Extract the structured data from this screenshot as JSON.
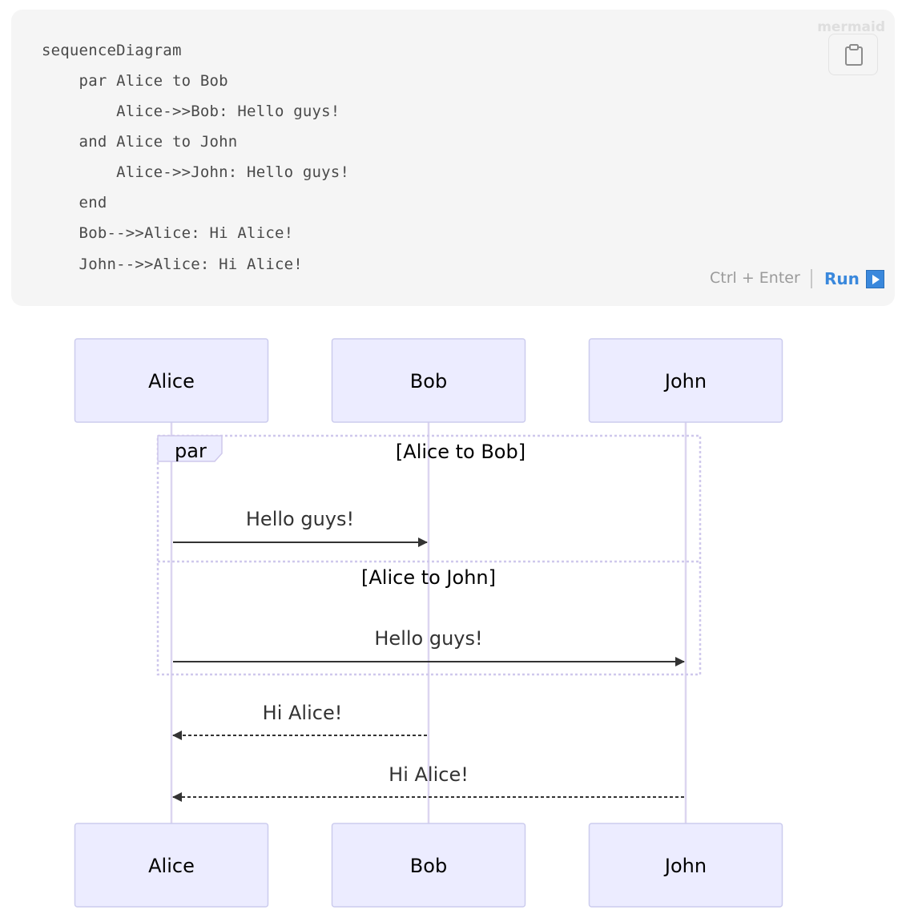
{
  "code_block": {
    "language_label": "mermaid",
    "lines": [
      "sequenceDiagram",
      "    par Alice to Bob",
      "        Alice->>Bob: Hello guys!",
      "    and Alice to John",
      "        Alice->>John: Hello guys!",
      "    end",
      "    Bob-->>Alice: Hi Alice!",
      "    John-->>Alice: Hi Alice!"
    ],
    "copy_icon": "clipboard-icon",
    "shortcut_hint": "Ctrl + Enter",
    "run_label": "Run",
    "run_icon": "play-icon"
  },
  "diagram": {
    "participants": [
      "Alice",
      "Bob",
      "John"
    ],
    "par_block": {
      "keyword": "par",
      "branches": [
        {
          "label": "[Alice to Bob]"
        },
        {
          "label": "[Alice to John]"
        }
      ]
    },
    "messages": [
      {
        "from": "Alice",
        "to": "Bob",
        "text": "Hello guys!",
        "style": "solid"
      },
      {
        "from": "Alice",
        "to": "John",
        "text": "Hello guys!",
        "style": "solid"
      },
      {
        "from": "Bob",
        "to": "Alice",
        "text": "Hi Alice!",
        "style": "dashed"
      },
      {
        "from": "John",
        "to": "Alice",
        "text": "Hi Alice!",
        "style": "dashed"
      }
    ],
    "colors": {
      "actor_fill": "#ECECFF",
      "actor_stroke": "#CCCCEE",
      "lifeline": "#DCD5F0",
      "message": "#333333",
      "par_border": "#CFC8EC",
      "par_label_fill": "#ECECFF"
    }
  }
}
